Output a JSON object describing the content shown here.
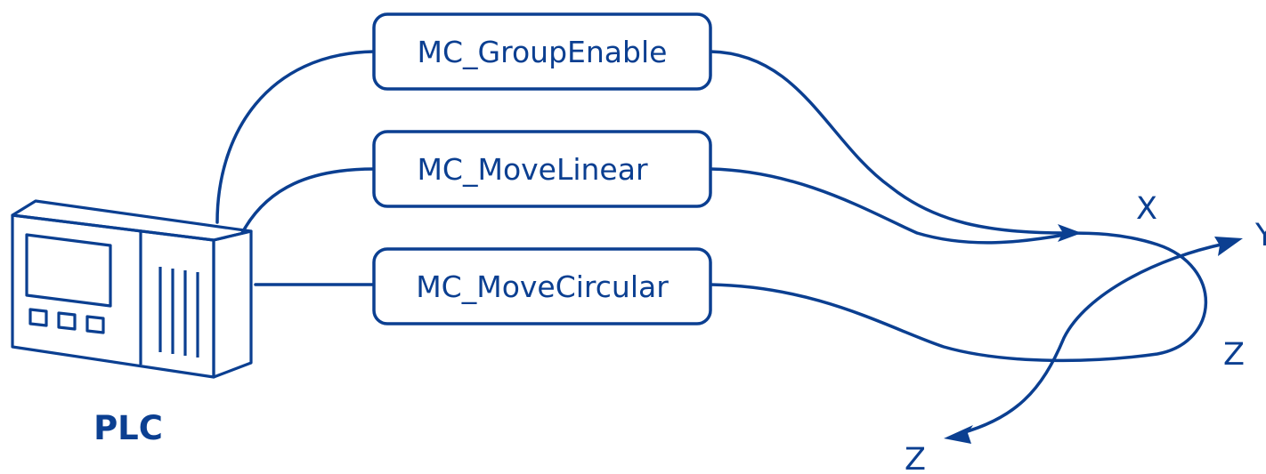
{
  "plc": {
    "label": "PLC"
  },
  "function_blocks": [
    {
      "label": "MC_GroupEnable"
    },
    {
      "label": "MC_MoveLinear"
    },
    {
      "label": "MC_MoveCircular"
    }
  ],
  "axes": {
    "x_label": "X",
    "y_label": "Y",
    "z_label_right": "Z",
    "z_label_bottom": "Z"
  },
  "colors": {
    "line": "#0b3f91",
    "background": "#ffffff"
  }
}
